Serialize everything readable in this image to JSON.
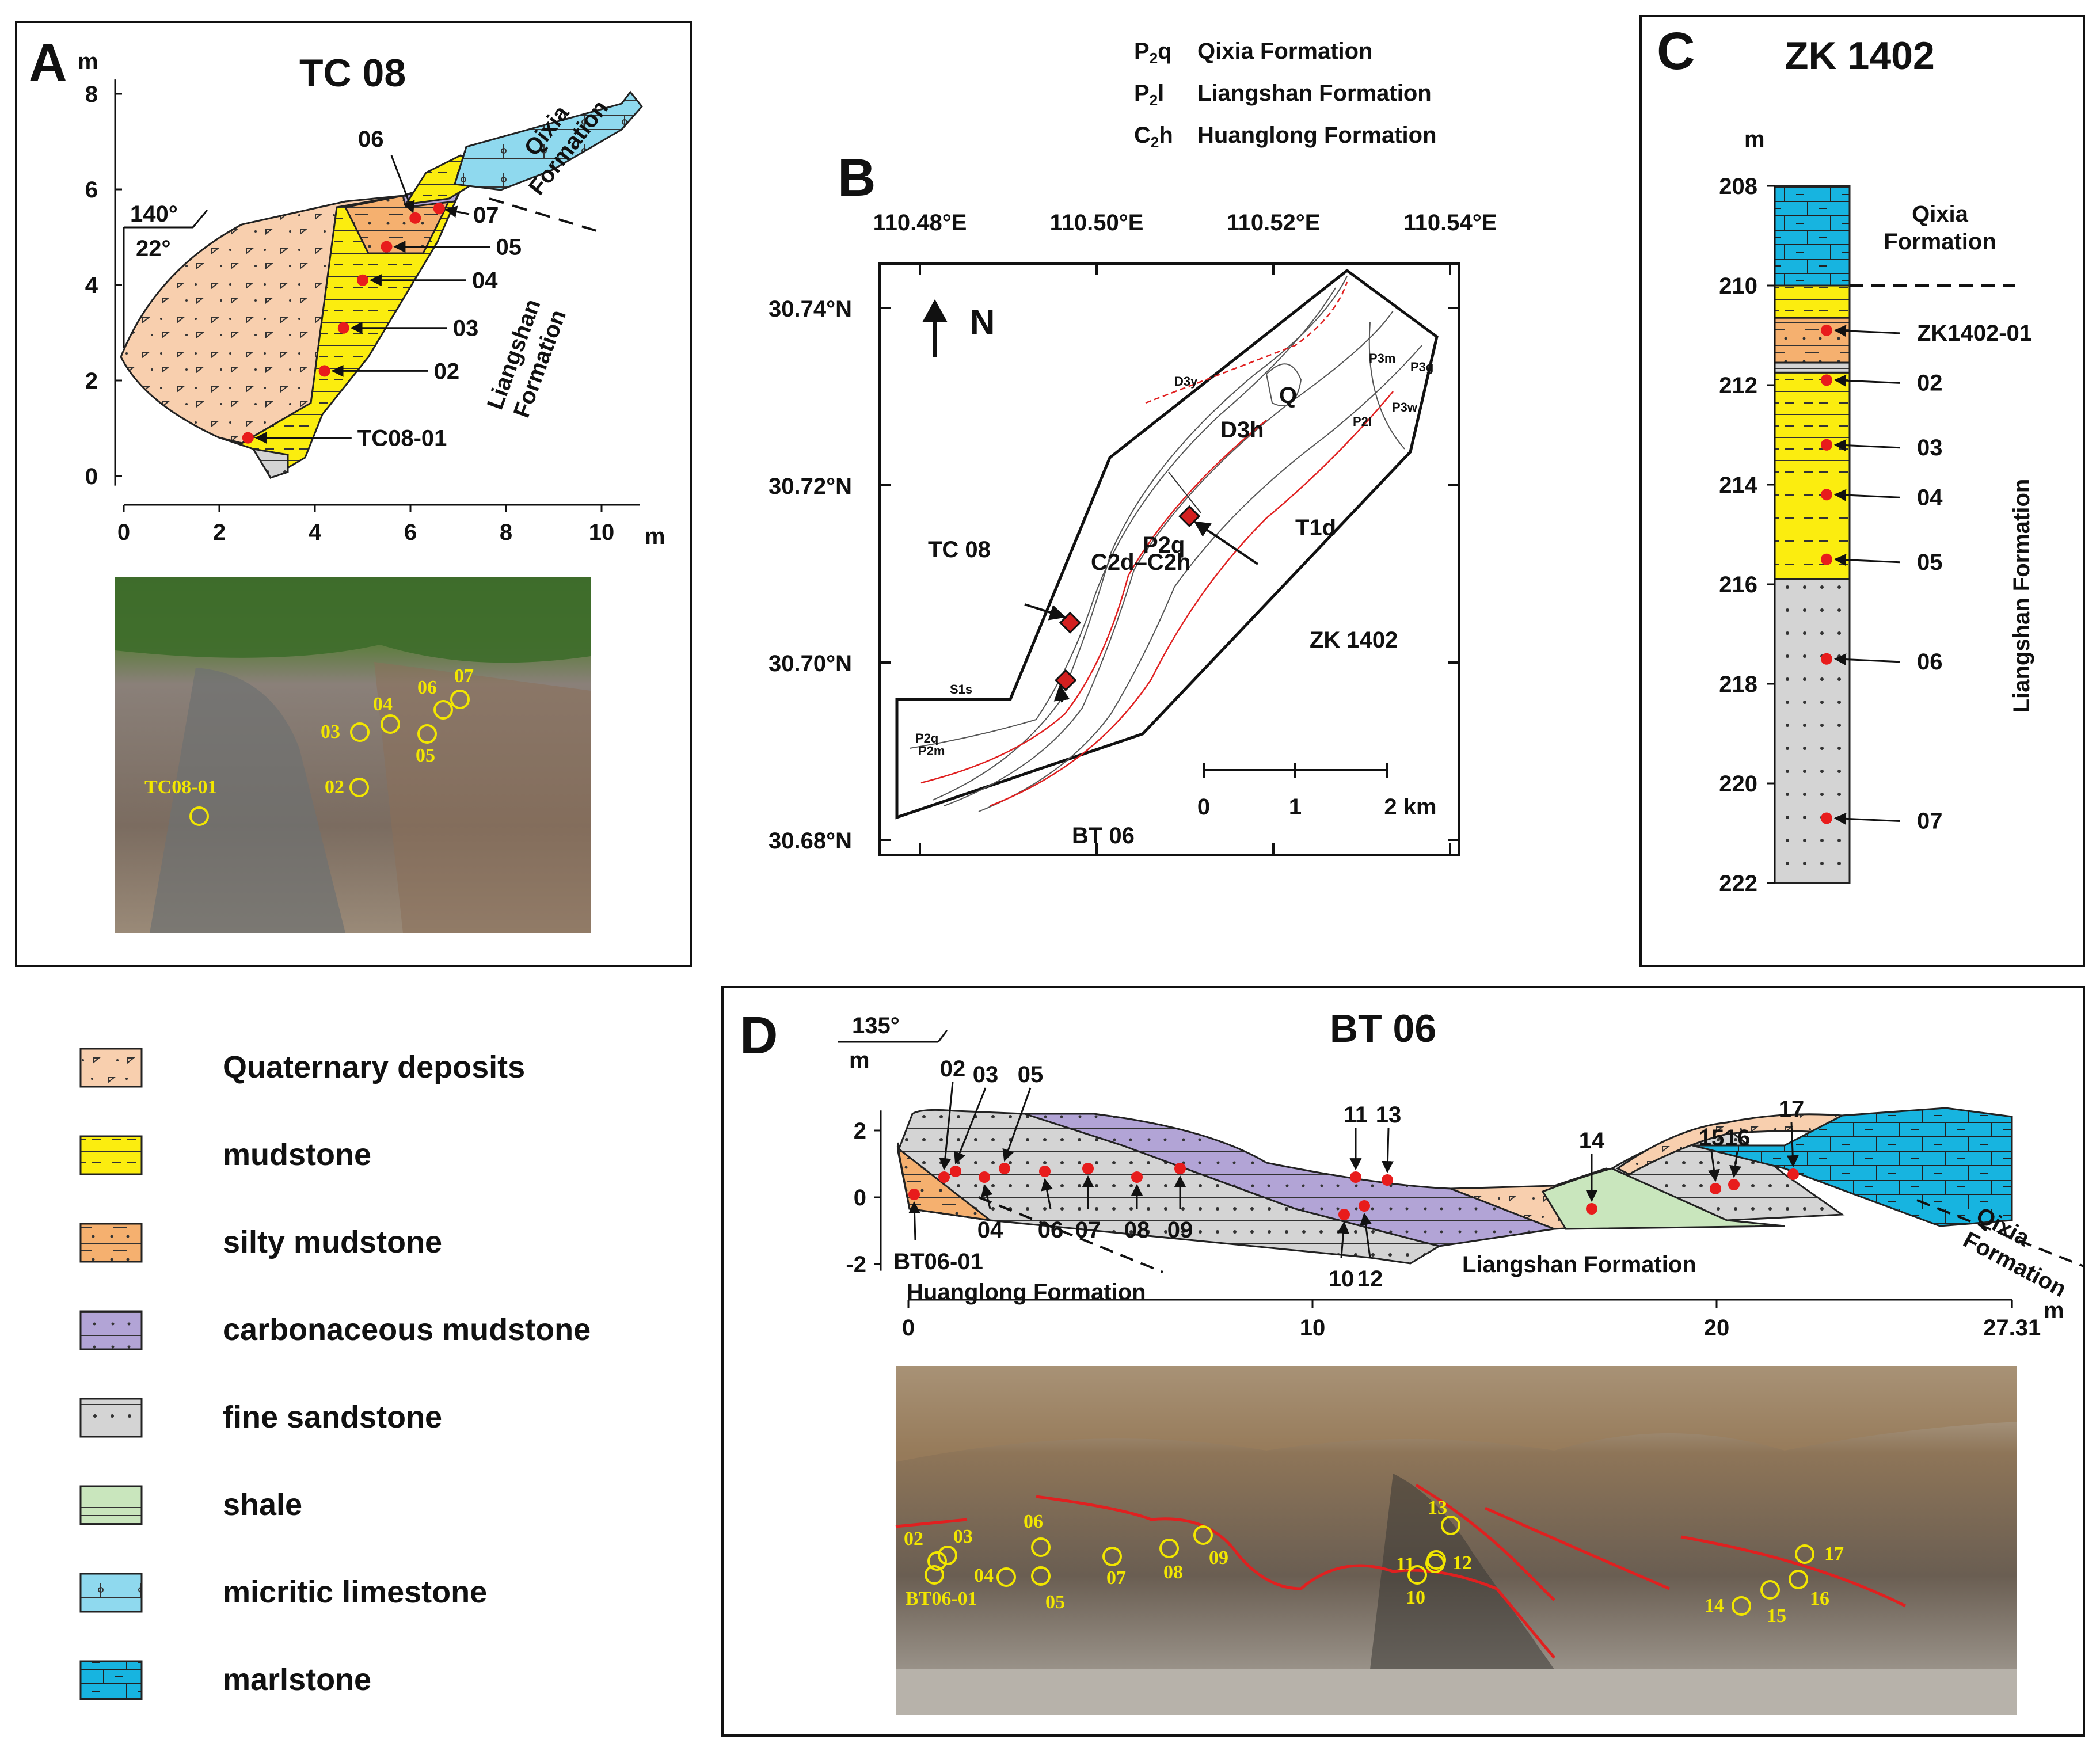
{
  "panel_a": {
    "letter": "A",
    "title": "TC 08",
    "y_unit": "m",
    "x_unit": "m",
    "y_ticks": [
      "8",
      "6",
      "4",
      "2",
      "0"
    ],
    "x_ticks": [
      "0",
      "2",
      "4",
      "6",
      "8",
      "10"
    ],
    "strike": "140°",
    "dip": "22°",
    "formation_upper": "Qixia\nFormation",
    "formation_lower": "Liangshan\nFormation",
    "samples": [
      {
        "label": "TC08-01",
        "x": 2.6,
        "y": 0.8
      },
      {
        "label": "02",
        "x": 4.2,
        "y": 2.2
      },
      {
        "label": "03",
        "x": 4.6,
        "y": 3.1
      },
      {
        "label": "04",
        "x": 5.0,
        "y": 4.1
      },
      {
        "label": "05",
        "x": 5.5,
        "y": 4.8
      },
      {
        "label": "06",
        "x": 6.1,
        "y": 5.4
      },
      {
        "label": "07",
        "x": 6.6,
        "y": 5.6
      }
    ],
    "photo_labels": [
      "TC08-01",
      "02",
      "03",
      "04",
      "05",
      "06",
      "07"
    ]
  },
  "panel_b": {
    "letter": "B",
    "legend": [
      {
        "sym": "P",
        "sub": "2",
        "suf": "q",
        "name": "Qixia Formation"
      },
      {
        "sym": "P",
        "sub": "2",
        "suf": "l",
        "name": "Liangshan Formation"
      },
      {
        "sym": "C",
        "sub": "2",
        "suf": "h",
        "name": "Huanglong Formation"
      }
    ],
    "lon_ticks": [
      "110.48°E",
      "110.50°E",
      "110.52°E",
      "110.54°E"
    ],
    "lat_ticks": [
      "30.74°N",
      "30.72°N",
      "30.70°N",
      "30.68°N"
    ],
    "north": "N",
    "scale_ticks": [
      "0",
      "1",
      "2 km"
    ],
    "sites": [
      {
        "name": "TC 08",
        "lon": 110.497,
        "lat": 30.7045
      },
      {
        "name": "BT 06",
        "lon": 110.4965,
        "lat": 30.698
      },
      {
        "name": "ZK 1402",
        "lon": 110.5105,
        "lat": 30.7165
      }
    ],
    "unit_labels": [
      "Q",
      "D3h",
      "P2q",
      "C2d–C2h",
      "T1d",
      "D3y",
      "P3m",
      "P3g",
      "P3w",
      "P2l",
      "S1s",
      "P2q",
      "P2m"
    ]
  },
  "panel_c": {
    "letter": "C",
    "title": "ZK 1402",
    "y_unit": "m",
    "depth_ticks": [
      "208",
      "210",
      "212",
      "214",
      "216",
      "218",
      "220",
      "222"
    ],
    "formation_upper": "Qixia\nFormation",
    "formation_lower": "Liangshan Formation",
    "samples": [
      {
        "label": "ZK1402-01",
        "depth": 210.9
      },
      {
        "label": "02",
        "depth": 211.9
      },
      {
        "label": "03",
        "depth": 213.2
      },
      {
        "label": "04",
        "depth": 214.2
      },
      {
        "label": "05",
        "depth": 215.5
      },
      {
        "label": "06",
        "depth": 217.5
      },
      {
        "label": "07",
        "depth": 220.7
      }
    ]
  },
  "panel_d": {
    "letter": "D",
    "title": "BT 06",
    "strike": "135°",
    "y_unit": "m",
    "x_unit": "m",
    "y_ticks": [
      "2",
      "0",
      "-2"
    ],
    "x_ticks": [
      "0",
      "10",
      "20",
      "27.31"
    ],
    "formation_left": "Huanglong Formation",
    "formation_mid": "Liangshan Formation",
    "formation_right": "Qixia\nFormation",
    "samples_top": [
      "02",
      "03",
      "05",
      "11",
      "13",
      "14",
      "15",
      "16",
      "17"
    ],
    "samples_bottom": [
      "BT06-01",
      "04",
      "06",
      "07",
      "08",
      "09",
      "10",
      "12"
    ],
    "photo_labels": [
      "02",
      "03",
      "BT06-01",
      "04",
      "05",
      "06",
      "07",
      "08",
      "09",
      "13",
      "11",
      "12",
      "10",
      "17",
      "16",
      "15",
      "14"
    ]
  },
  "legend": {
    "items": [
      {
        "name": "Quaternary deposits",
        "color": "#f8cfae"
      },
      {
        "name": "mudstone",
        "color": "#fbed0f"
      },
      {
        "name": "silty mudstone",
        "color": "#f5b06f"
      },
      {
        "name": "carbonaceous mudstone",
        "color": "#b2a4d6"
      },
      {
        "name": "fine sandstone",
        "color": "#d4d4d4"
      },
      {
        "name": "shale",
        "color": "#c9e6bd"
      },
      {
        "name": "micritic limestone",
        "color": "#8fd9ee"
      },
      {
        "name": "marlstone",
        "color": "#17b4e0"
      }
    ]
  },
  "colors": {
    "sample_dot": "#e81c1c",
    "fault": "#e02020",
    "photo_mark": "#f2e600"
  }
}
